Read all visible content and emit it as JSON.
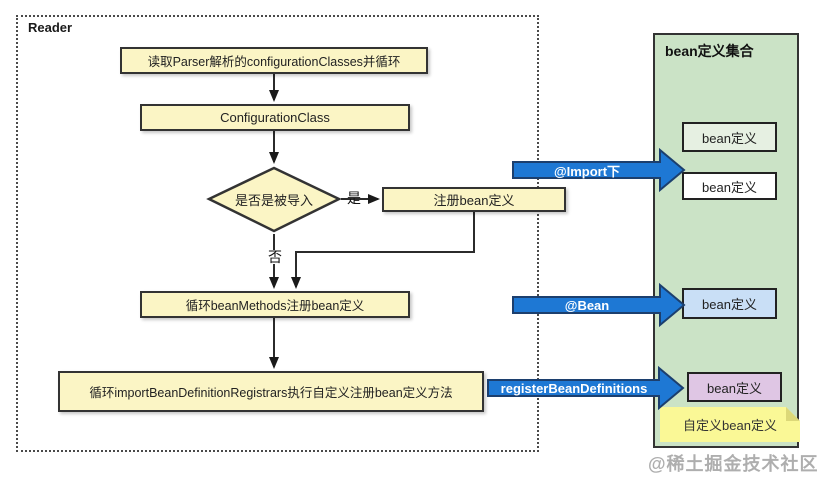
{
  "reader": {
    "label": "Reader"
  },
  "flow": {
    "node_read": "读取Parser解析的configurationClasses并循环",
    "node_config_class": "ConfigurationClass",
    "decision_imported": "是否是被导入",
    "label_yes": "是",
    "label_no": "否",
    "node_register": "注册bean定义",
    "node_loop_methods": "循环beanMethods注册bean定义",
    "node_registrars": "循环importBeanDefinitionRegistrars执行自定义注册bean定义方法"
  },
  "arrows": {
    "import_label": "@Import下",
    "bean_label": "@Bean",
    "register_label": "registerBeanDefinitions"
  },
  "panel": {
    "title": "bean定义集合",
    "bean_white_1": "bean定义",
    "bean_white_2": "bean定义",
    "bean_blue": "bean定义",
    "bean_pink": "bean定义",
    "note": "自定义bean定义"
  },
  "watermark": "@稀土掘金技术社区",
  "colors": {
    "node_fill": "#FBF5C5",
    "node_border": "#333333",
    "panel_fill": "#CBE3C6",
    "arrow_fill": "#1E78D4",
    "arrow_border": "#1C3F6E",
    "box_white": "#FFFFFF",
    "box_tint": "#E6F0E2",
    "box_blue": "#C9DFF6",
    "box_pink": "#DFC6E4",
    "note_fill": "#FAF896",
    "note_fold": "#DCD878",
    "line": "#2B2B2B",
    "watermark": "#8F8F8F"
  }
}
